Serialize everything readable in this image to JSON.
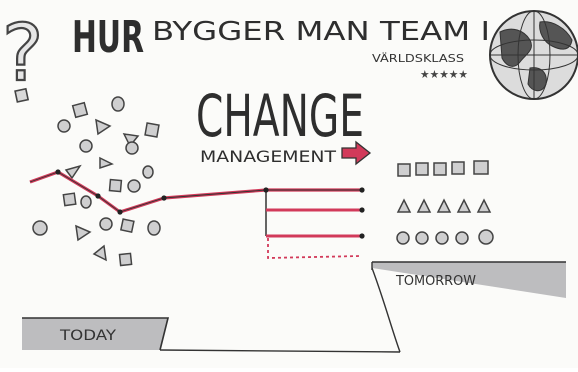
{
  "title": {
    "question_mark": "?",
    "part1": "HUR",
    "part2": "BYGGER MAN TEAM I",
    "subtitle": "VÄRLDSKLASS",
    "stars": "★★★★★"
  },
  "center": {
    "heading": "CHANGE",
    "subheading": "MANAGEMENT"
  },
  "labels": {
    "today": "TODAY",
    "tomorrow": "TOMORROW"
  },
  "colors": {
    "ink": "#3a3a3a",
    "accent": "#d23a5a",
    "shape_fill": "#cfcfd0",
    "platform_fill": "#bdbdbf",
    "background": "#fbfbf9"
  },
  "icons": {
    "globe": "globe-icon",
    "arrow": "arrow-right-icon"
  }
}
